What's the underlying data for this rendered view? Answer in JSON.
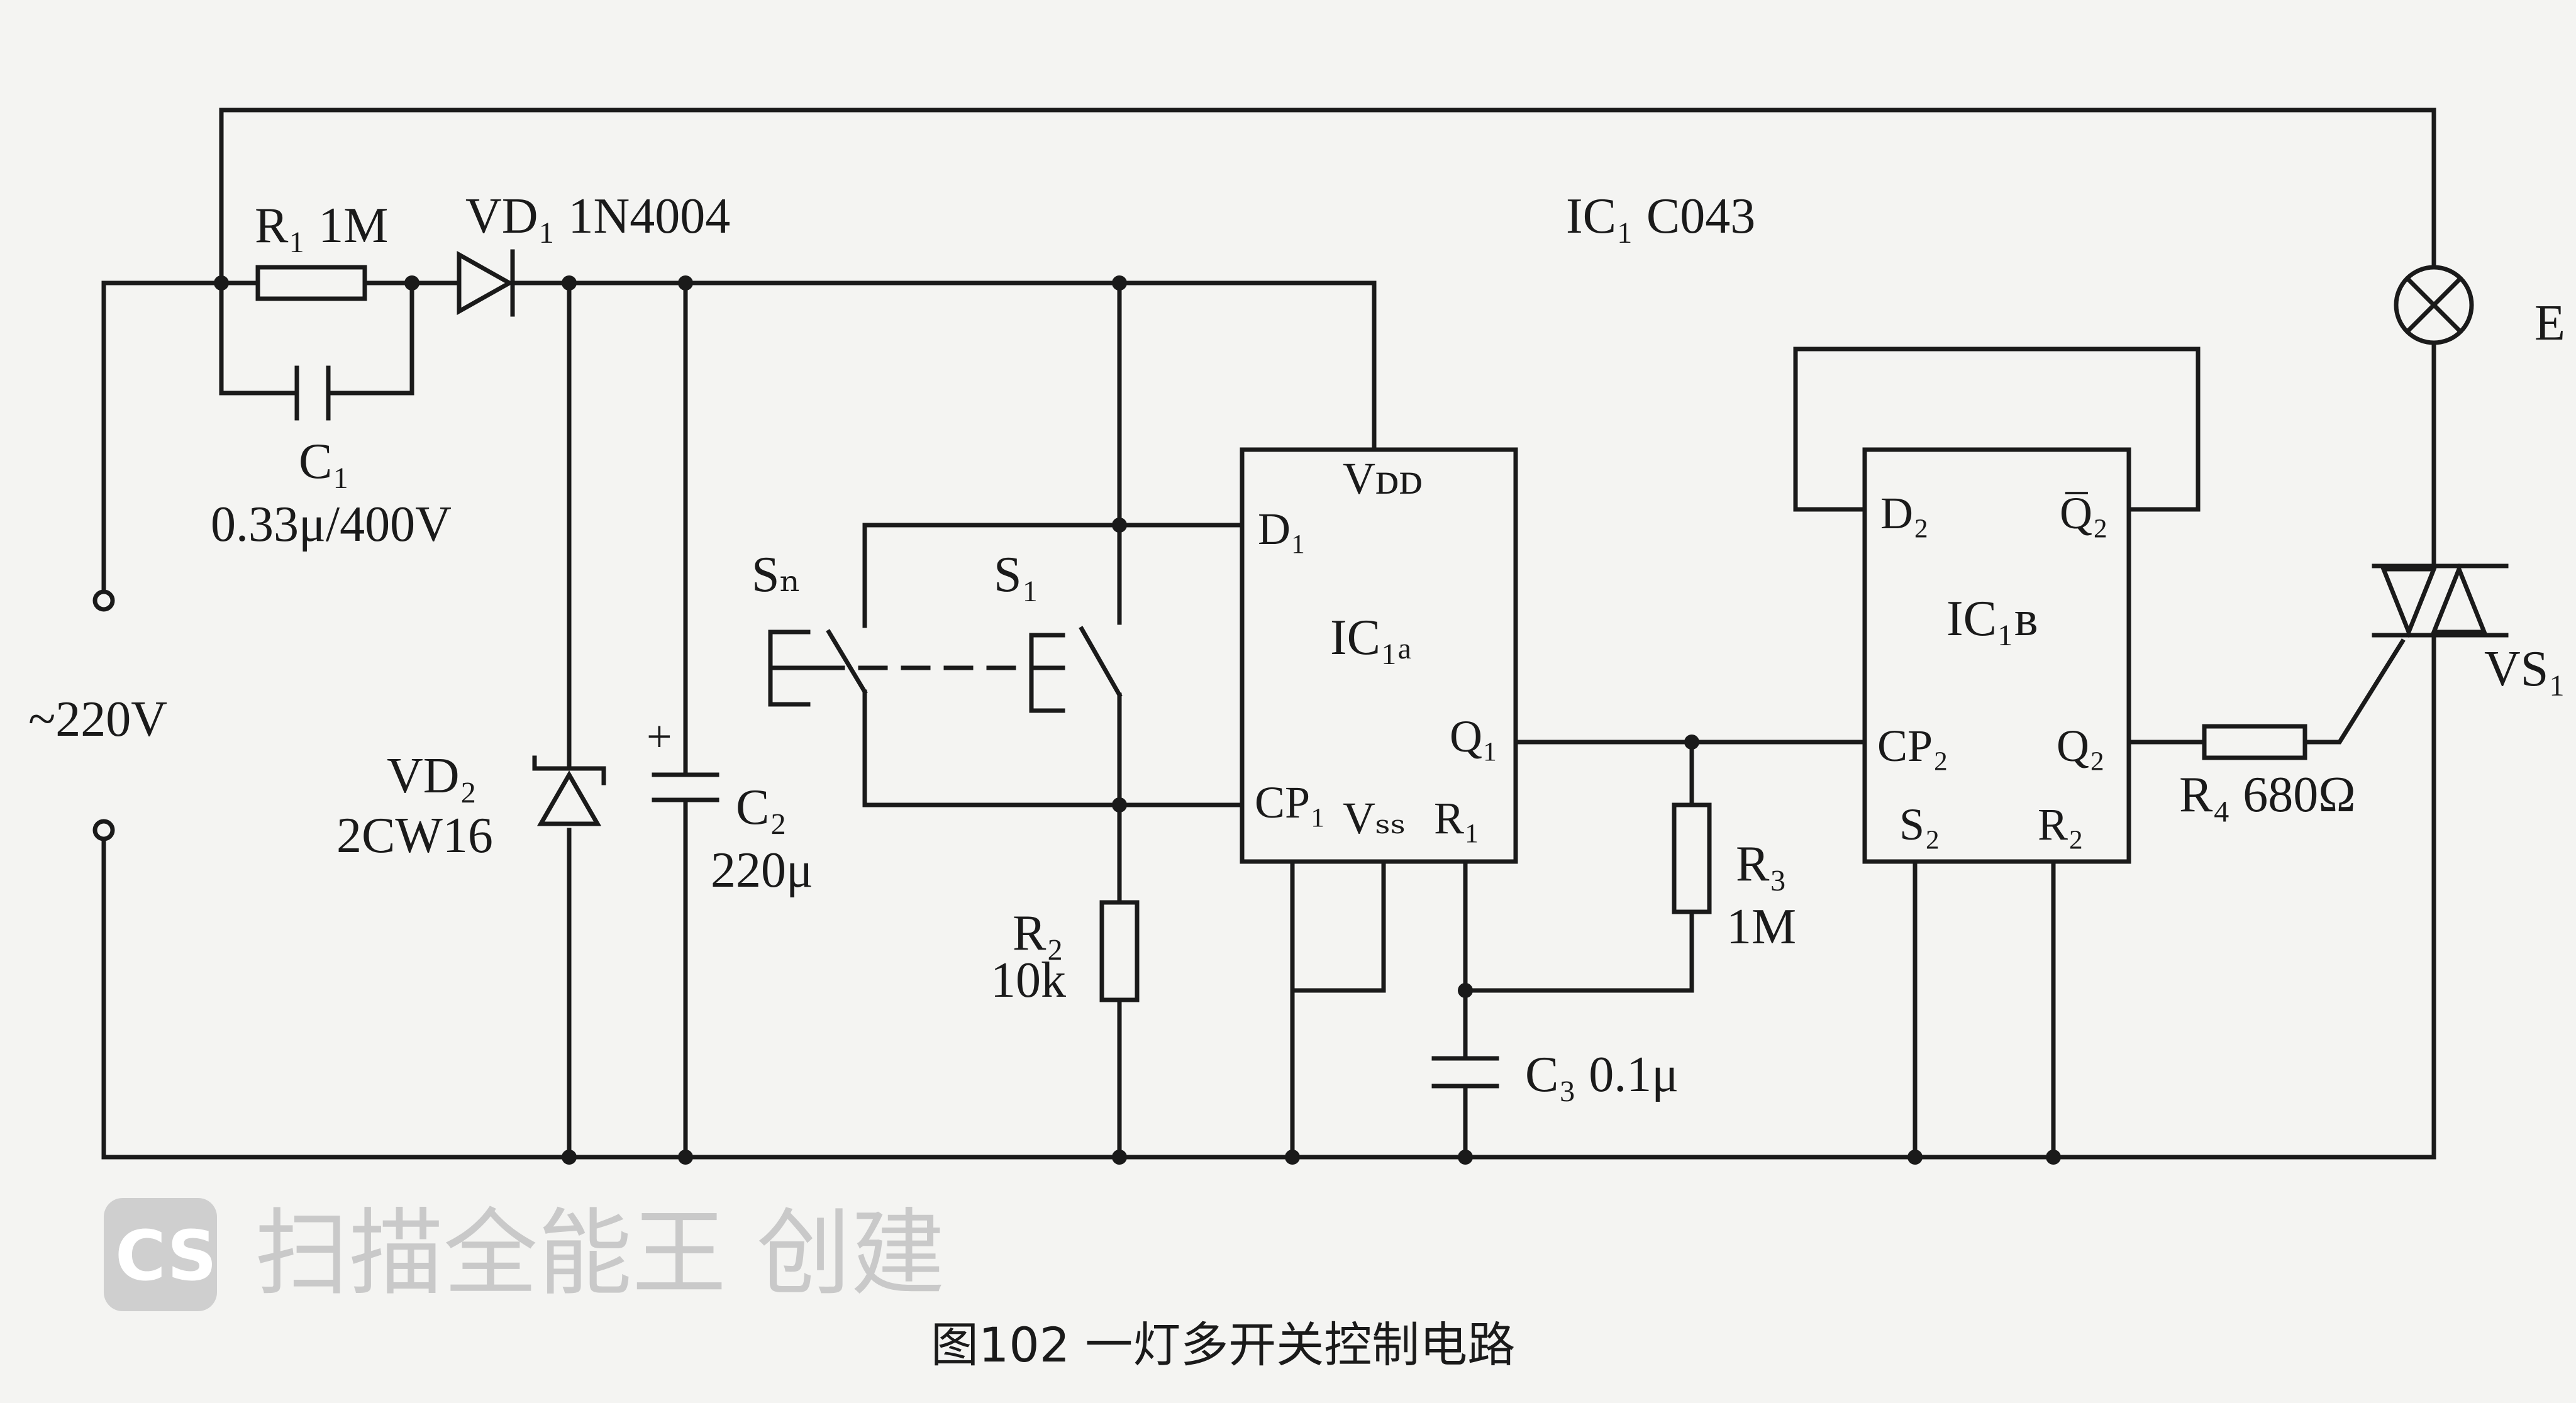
{
  "labels": {
    "r1": "R₁ 1M",
    "vd1": "VD₁ 1N4004",
    "ic1": "IC₁ C043",
    "c1_name": "C₁",
    "c1_value": "0.33μ/400V",
    "supply": "~220V",
    "vd2_name": "VD₂",
    "vd2_value": "2CW16",
    "c2_name": "C₂",
    "c2_value": "220μ",
    "sn": "Sₙ",
    "s1": "S₁",
    "r2_name": "R₂",
    "r2_value": "10k",
    "r3_name": "R₃",
    "r3_value": "1M",
    "c3": "C₃ 0.1μ",
    "r4": "R₄ 680Ω",
    "lamp": "E",
    "vs1": "VS₁"
  },
  "ic1a": {
    "name": "IC₁ₐ",
    "vdd": "Vᴅᴅ",
    "d1": "D₁",
    "q1": "Q₁",
    "cp1": "CP₁",
    "vss": "Vₛₛ",
    "r1": "R₁"
  },
  "ic1b": {
    "name": "IC₁ʙ",
    "d2": "D₂",
    "q2bar": "Q̅₂",
    "cp2": "CP₂",
    "q2": "Q₂",
    "s2": "S₂",
    "r2": "R₂"
  },
  "caption": "图102  一灯多开关控制电路",
  "watermark": {
    "logo": "CS",
    "text": "扫描全能王 创建"
  }
}
